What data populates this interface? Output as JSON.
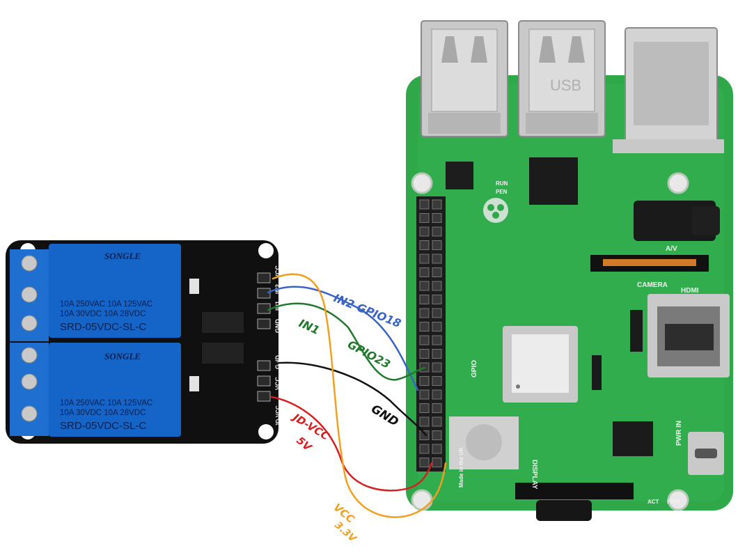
{
  "relay_module": {
    "brand": "SONGLE",
    "rating_line1": "10A 250VAC  10A 125VAC",
    "rating_line2": "10A  30VDC  10A  28VDC",
    "model": "SRD-05VDC-SL-C",
    "pin_labels_top": [
      "GND",
      "IN1",
      "IN2",
      "VCC"
    ],
    "pin_labels_bottom": [
      "JD-VCC",
      "VCC",
      "GND"
    ]
  },
  "pi_board": {
    "silk_av": "A/V",
    "silk_hdmi": "HDMI",
    "silk_camera": "CAMERA",
    "silk_display": "DISPLAY",
    "silk_power": "PWR IN",
    "silk_run": "RUN",
    "silk_pen": "PEN",
    "silk_act": "ACT",
    "silk_pwr": "PWR",
    "silk_uk": "Made in the UK",
    "silk_gpio": "GPIO",
    "usb_text": "USB"
  },
  "annotations": {
    "in2": "IN2 GPIO18",
    "in1": "IN1",
    "gpio23": "GPIO23",
    "gnd": "GND",
    "jdvcc": "JD-VCC",
    "fivev": "5V",
    "vcc": "VCC",
    "threev": "3.3V"
  },
  "colors": {
    "relay_blue": "#1565c8",
    "pcb_green": "#2fa84a",
    "wire_blue": "#3a64c4",
    "wire_green": "#1e7a2a",
    "wire_black": "#111111",
    "wire_red": "#d42020",
    "wire_orange": "#f0a020"
  }
}
